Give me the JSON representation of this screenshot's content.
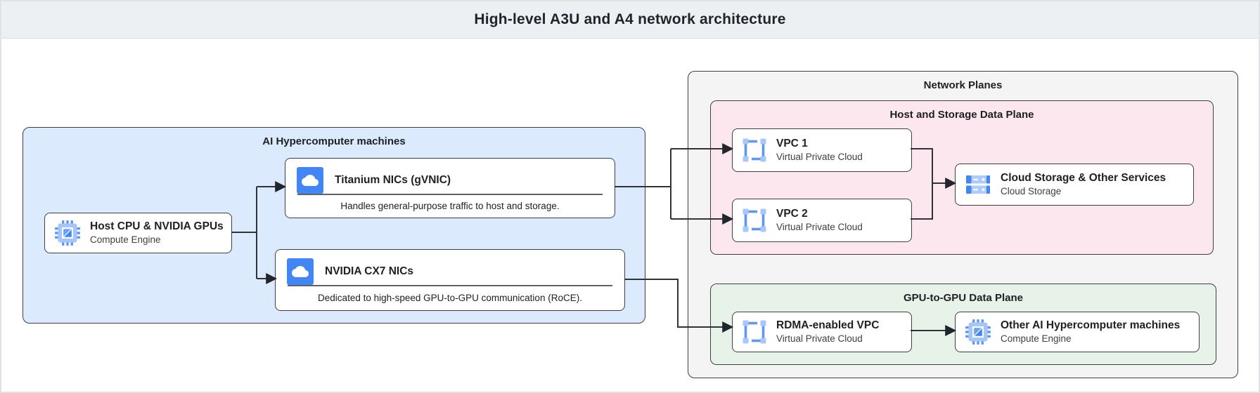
{
  "header": {
    "title": "High-level A3U and A4 network architecture"
  },
  "diagram": {
    "ai_machines": {
      "label": "AI Hypercomputer machines",
      "host_box": {
        "title": "Host CPU & NVIDIA GPUs",
        "subtitle": "Compute Engine",
        "icon": "compute-engine-chip-icon"
      },
      "titanium_box": {
        "title": "Titanium NICs (gVNIC)",
        "description": "Handles general-purpose traffic to host and storage.",
        "icon": "cloud-nic-icon"
      },
      "cx7_box": {
        "title": "NVIDIA CX7 NICs",
        "description": "Dedicated to high-speed GPU-to-GPU communication (RoCE).",
        "icon": "cloud-nic-icon"
      }
    },
    "network_planes": {
      "label": "Network Planes",
      "host_storage_plane": {
        "label": "Host and Storage Data Plane",
        "vpc1": {
          "title": "VPC 1",
          "subtitle": "Virtual Private Cloud",
          "icon": "vpc-icon"
        },
        "vpc2": {
          "title": "VPC 2",
          "subtitle": "Virtual Private Cloud",
          "icon": "vpc-icon"
        },
        "cloud_storage": {
          "title": "Cloud Storage & Other Services",
          "subtitle": "Cloud Storage",
          "icon": "cloud-storage-icon"
        }
      },
      "gpu_plane": {
        "label": "GPU-to-GPU Data Plane",
        "rdma_vpc": {
          "title": "RDMA-enabled VPC",
          "subtitle": "Virtual Private Cloud",
          "icon": "vpc-icon"
        },
        "other_machines": {
          "title": "Other AI Hypercomputer machines",
          "subtitle": "Compute Engine",
          "icon": "compute-engine-chip-icon"
        }
      }
    }
  },
  "colors": {
    "header_bg": "#edf0f3",
    "ai_machines_bg": "#dbeafc",
    "network_planes_bg": "#f4f4f4",
    "host_storage_plane_bg": "#fce7ee",
    "gpu_plane_bg": "#e7f3e8",
    "box_border": "#3c4045",
    "arrow": "#2e3338",
    "icon_blue": "#4285f4",
    "icon_light_blue": "#a8c7fa"
  }
}
